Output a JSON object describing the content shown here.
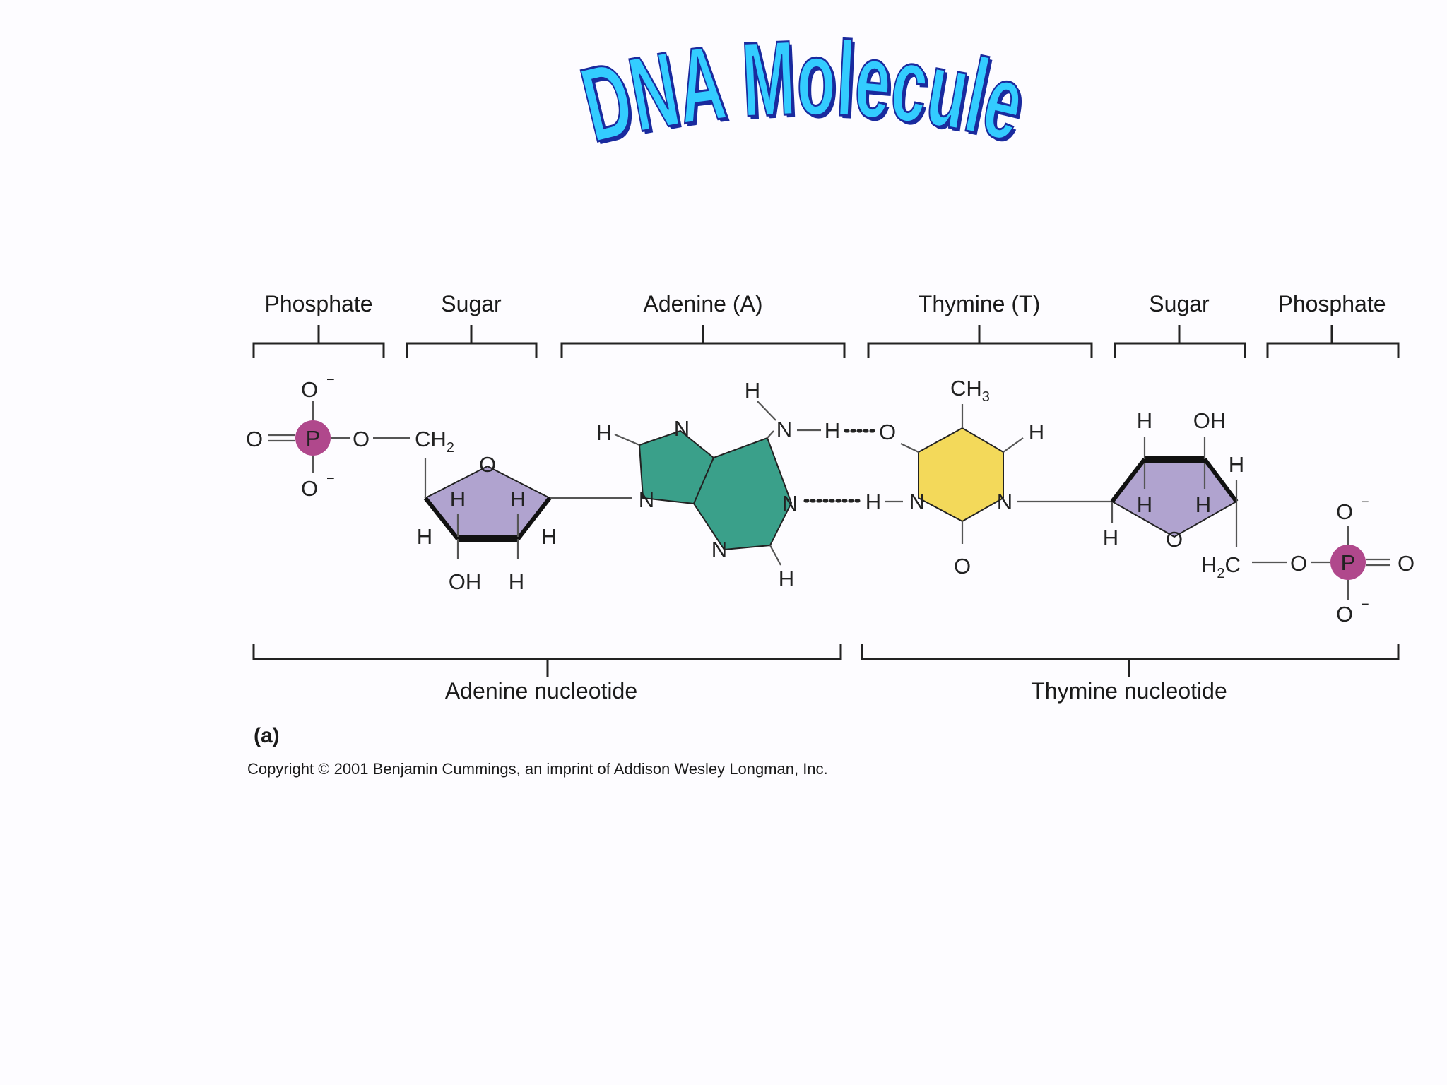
{
  "title": "DNA Molecule",
  "colors": {
    "title_fill": "#33ccff",
    "title_outline": "#1a2a9e",
    "phosphate": "#b0488c",
    "sugar": "#b0a3cf",
    "adenine": "#3aa08a",
    "thymine": "#f3d95a"
  },
  "component_labels": {
    "phosphate_left": "Phosphate",
    "sugar_left": "Sugar",
    "adenine": "Adenine (A)",
    "thymine": "Thymine (T)",
    "sugar_right": "Sugar",
    "phosphate_right": "Phosphate"
  },
  "nucleotide_labels": {
    "adenine": "Adenine nucleotide",
    "thymine": "Thymine nucleotide"
  },
  "panel_label": "(a)",
  "copyright": "Copyright © 2001 Benjamin Cummings, an imprint of Addison Wesley Longman, Inc.",
  "atoms": {
    "O": "O",
    "P": "P",
    "N": "N",
    "H": "H",
    "OH": "OH",
    "charge": "−",
    "CH": "CH",
    "H_left": "H",
    "C": "C",
    "sub2": "2",
    "sub3": "3"
  }
}
